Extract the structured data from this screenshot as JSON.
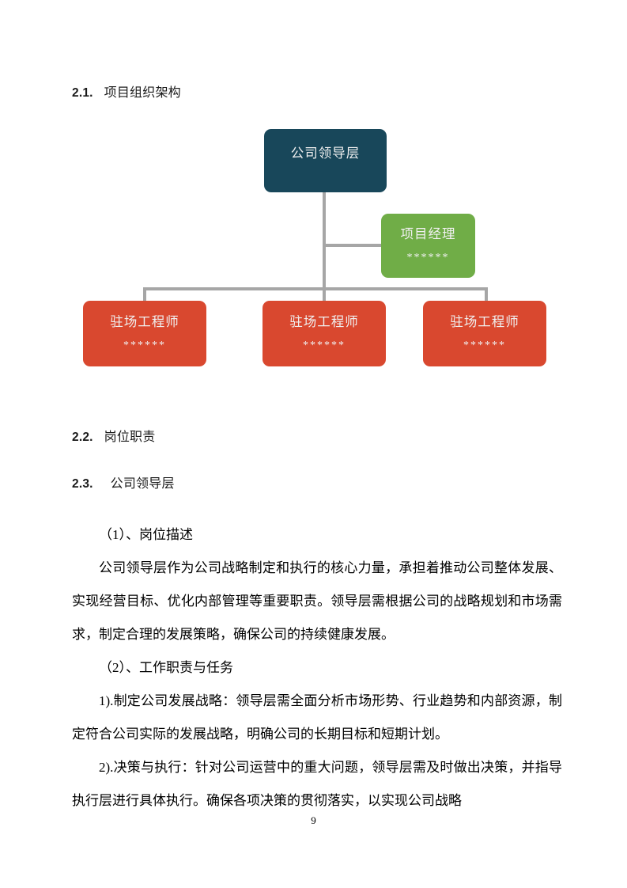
{
  "page": {
    "number": "9"
  },
  "headings": {
    "s2_1": {
      "number": "2.1.",
      "title": "项目组织架构"
    },
    "s2_2": {
      "number": "2.2.",
      "title": "岗位职责"
    },
    "s2_3": {
      "number": "2.3.",
      "title": "公司领导层"
    }
  },
  "org_chart": {
    "colors": {
      "executive": "#18475a",
      "project_manager": "#70ad47",
      "engineer": "#d9482f",
      "connector": "#a6a6a6",
      "node_text": "#f0f0f0"
    },
    "nodes": [
      {
        "id": "executive",
        "title": "公司领导层",
        "subtitle": ""
      },
      {
        "id": "project_manager",
        "title": "项目经理",
        "subtitle": "******"
      },
      {
        "id": "engineer_1",
        "title": "驻场工程师",
        "subtitle": "******"
      },
      {
        "id": "engineer_2",
        "title": "驻场工程师",
        "subtitle": "******"
      },
      {
        "id": "engineer_3",
        "title": "驻场工程师",
        "subtitle": "******"
      }
    ]
  },
  "body": {
    "p1": "（1）、岗位描述",
    "p2": "公司领导层作为公司战略制定和执行的核心力量，承担着推动公司整体发展、实现经营目标、优化内部管理等重要职责。领导层需根据公司的战略规划和市场需求，制定合理的发展策略，确保公司的持续健康发展。",
    "p3": "（2）、工作职责与任务",
    "p4": "1).制定公司发展战略：领导层需全面分析市场形势、行业趋势和内部资源，制定符合公司实际的发展战略，明确公司的长期目标和短期计划。",
    "p5": "2).决策与执行：针对公司运营中的重大问题，领导层需及时做出决策，并指导执行层进行具体执行。确保各项决策的贯彻落实，以实现公司战略"
  }
}
